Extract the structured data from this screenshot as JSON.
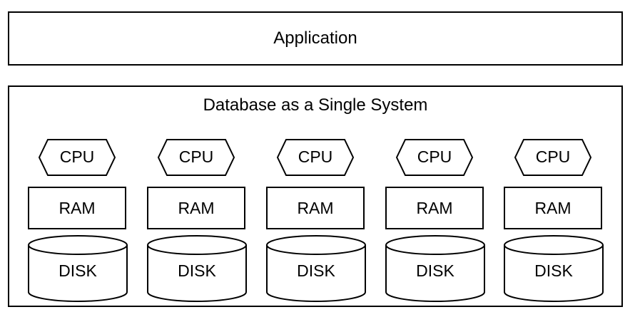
{
  "application": {
    "label": "Application"
  },
  "database": {
    "title": "Database as a Single System",
    "nodes": [
      {
        "cpu": "CPU",
        "ram": "RAM",
        "disk": "DISK"
      },
      {
        "cpu": "CPU",
        "ram": "RAM",
        "disk": "DISK"
      },
      {
        "cpu": "CPU",
        "ram": "RAM",
        "disk": "DISK"
      },
      {
        "cpu": "CPU",
        "ram": "RAM",
        "disk": "DISK"
      },
      {
        "cpu": "CPU",
        "ram": "RAM",
        "disk": "DISK"
      }
    ]
  }
}
